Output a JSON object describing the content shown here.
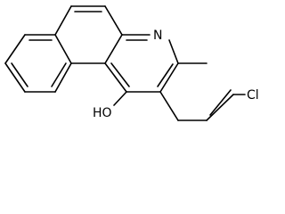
{
  "molecule": {
    "atoms": {
      "nitrogen": "N",
      "hydroxyl": "HO",
      "chlorine": "Cl"
    },
    "colors": {
      "bond": "#000000",
      "label": "#000000",
      "background": "#ffffff"
    }
  }
}
